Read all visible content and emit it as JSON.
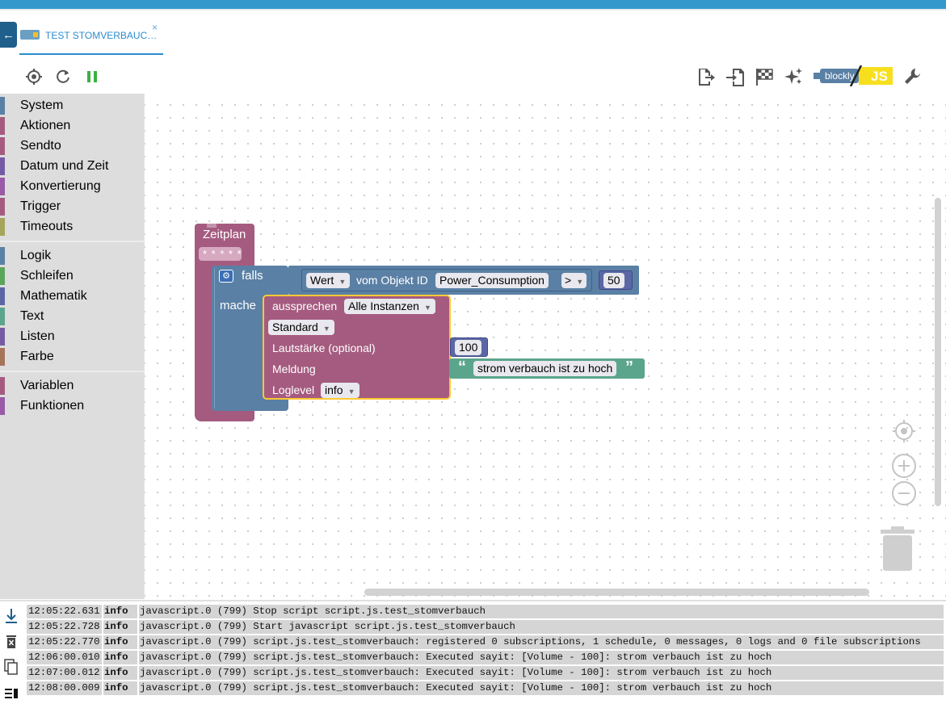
{
  "tab": {
    "title": "TEST STOMVERBAUC…",
    "close": "×"
  },
  "toolbar": {
    "left_icons": [
      "crosshair-icon",
      "refresh-icon",
      "pause-icon"
    ],
    "right_icons": [
      "export-icon",
      "import-icon",
      "flag-icon",
      "magic-icon",
      "wrench-icon"
    ],
    "blockly_label": "blockly",
    "js_label": "JS"
  },
  "sidebar": {
    "groups": [
      [
        {
          "label": "System",
          "color": "#5b80a5"
        },
        {
          "label": "Aktionen",
          "color": "#a55b80"
        },
        {
          "label": "Sendto",
          "color": "#a55b80"
        },
        {
          "label": "Datum und Zeit",
          "color": "#745ba5"
        },
        {
          "label": "Konvertierung",
          "color": "#995ba5"
        },
        {
          "label": "Trigger",
          "color": "#a55b80"
        },
        {
          "label": "Timeouts",
          "color": "#a5a55b"
        }
      ],
      [
        {
          "label": "Logik",
          "color": "#5b80a5"
        },
        {
          "label": "Schleifen",
          "color": "#5ba55b"
        },
        {
          "label": "Mathematik",
          "color": "#5b67a5"
        },
        {
          "label": "Text",
          "color": "#5ba58c"
        },
        {
          "label": "Listen",
          "color": "#745ba5"
        },
        {
          "label": "Farbe",
          "color": "#a5745b"
        }
      ],
      [
        {
          "label": "Variablen",
          "color": "#a55b80"
        },
        {
          "label": "Funktionen",
          "color": "#995ba5"
        }
      ]
    ]
  },
  "blocks": {
    "schedule": {
      "label": "Zeitplan",
      "cron": "* * * * *"
    },
    "if_block": {
      "if_label": "falls",
      "do_label": "mache"
    },
    "compare": {
      "value_field": "Wert",
      "object_label": "vom Objekt ID",
      "object_id": "Power_Consumption",
      "operator": ">",
      "threshold": "50"
    },
    "say": {
      "label": "aussprechen",
      "instance": "Alle Instanzen",
      "voice": "Standard",
      "volume_label": "Lautstärke (optional)",
      "volume": "100",
      "message_label": "Meldung",
      "message": "strom verbauch ist zu hoch",
      "quote_open": "“",
      "quote_close": "”",
      "loglevel_label": "Loglevel",
      "loglevel": "info"
    }
  },
  "log": {
    "rows": [
      {
        "time": "12:05:22.631",
        "severity": "info",
        "message": "javascript.0 (799) Stop script script.js.test_stomverbauch"
      },
      {
        "time": "12:05:22.728",
        "severity": "info",
        "message": "javascript.0 (799) Start javascript script.js.test_stomverbauch"
      },
      {
        "time": "12:05:22.770",
        "severity": "info",
        "message": "javascript.0 (799) script.js.test_stomverbauch: registered 0 subscriptions, 1 schedule, 0 messages, 0 logs and 0 file subscriptions"
      },
      {
        "time": "12:06:00.010",
        "severity": "info",
        "message": "javascript.0 (799) script.js.test_stomverbauch: Executed sayit: [Volume - 100]: strom verbauch ist zu hoch"
      },
      {
        "time": "12:07:00.012",
        "severity": "info",
        "message": "javascript.0 (799) script.js.test_stomverbauch: Executed sayit: [Volume - 100]: strom verbauch ist zu hoch"
      },
      {
        "time": "12:08:00.009",
        "severity": "info",
        "message": "javascript.0 (799) script.js.test_stomverbauch: Executed sayit: [Volume - 100]: strom verbauch ist zu hoch"
      }
    ]
  }
}
